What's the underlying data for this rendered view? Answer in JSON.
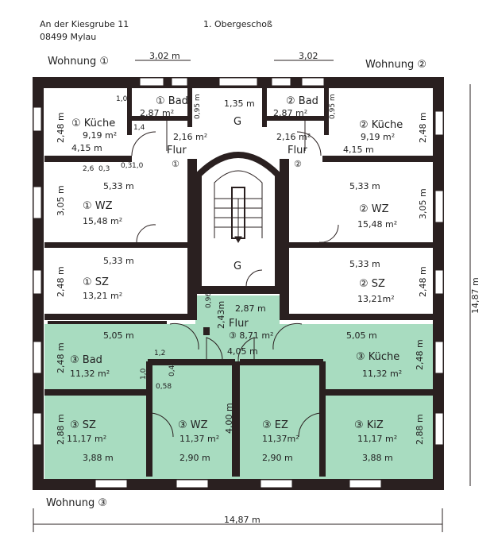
{
  "header": {
    "address_line1": "An der Kiesgrube 11",
    "address_line2": "08499 Mylau",
    "floor": "1. Obergeschoß"
  },
  "apartments": {
    "w1": "Wohnung ①",
    "w2": "Wohnung ②",
    "w3": "Wohnung ③"
  },
  "colors": {
    "wall": "#2a2020",
    "apartment3": "#a8dcc0"
  },
  "rooms": {
    "kueche1": {
      "name": "① Küche",
      "area": "9,19 m²"
    },
    "bad1": {
      "name": "① Bad",
      "area": "2,87 m²"
    },
    "flur1": {
      "name": "Flur",
      "num": "①",
      "area": "2,16 m²"
    },
    "g_top": {
      "name": "G"
    },
    "bad2": {
      "name": "② Bad",
      "area": "2,87 m²"
    },
    "flur2": {
      "name": "Flur",
      "num": "②",
      "area": "2,16 m²"
    },
    "kueche2": {
      "name": "② Küche",
      "area": "9,19 m²"
    },
    "wz1": {
      "name": "① WZ",
      "area": "15,48 m²"
    },
    "wz2": {
      "name": "② WZ",
      "area": "15,48 m²"
    },
    "g_mid": {
      "name": "G"
    },
    "sz1": {
      "name": "① SZ",
      "area": "13,21 m²"
    },
    "sz2": {
      "name": "② SZ",
      "area": "13,21m²"
    },
    "flur3": {
      "name": "Flur",
      "area": "③ 8,71 m²"
    },
    "bad3": {
      "name": "③ Bad",
      "area": "11,32 m²"
    },
    "kueche3": {
      "name": "③ Küche",
      "area": "11,32 m²"
    },
    "sz3": {
      "name": "③ SZ",
      "area": "11,17 m²"
    },
    "wz3": {
      "name": "③ WZ",
      "area": "11,37 m²"
    },
    "ez3": {
      "name": "③ EZ",
      "area": "11,37m²"
    },
    "kiz3": {
      "name": "③ KiZ",
      "area": "11,17 m²"
    }
  },
  "dims": {
    "top_left": "3,02 m",
    "top_right": "3,02",
    "total_height": "14,87 m",
    "total_width": "14,87 m",
    "k1_w": "4,15 m",
    "k1_h": "2,48 m",
    "k2_w": "4,15 m",
    "k2_h": "2,48 m",
    "g_w": "1,35 m",
    "bad1_h": "0,95 m",
    "bad2_h": "0,95 m",
    "wz1_w": "5,33 m",
    "wz1_h": "3,05 m",
    "wz2_w": "5,33 m",
    "wz2_h": "3,05 m",
    "sz1_w": "5,33 m",
    "sz1_h": "2,48 m",
    "sz2_w": "5,33 m",
    "sz2_h": "2,48 m",
    "flur3_w": "2,87 m",
    "flur3_h": "2,43m",
    "flur3_w2": "4,05 m",
    "flur3_s": "0,96",
    "bad3_w": "5,05 m",
    "bad3_h": "2,48 m",
    "k3_w": "5,05 m",
    "k3_h": "2,48 m",
    "sz3_w": "3,88 m",
    "sz3_h": "2,88 m",
    "wz3_w": "2,90 m",
    "wz3_h": "4,00 m",
    "ez3_w": "2,90 m",
    "kiz3_w": "3,88 m",
    "kiz3_h": "2,88 m",
    "d10": "1,0",
    "d14": "1,4",
    "d26": "2,6",
    "d03": "0,3",
    "d03b": "0,3",
    "d10b": "1,0",
    "d12": "1,2",
    "d10c": "1,0",
    "d04": "0,4",
    "d058": "0,58"
  }
}
